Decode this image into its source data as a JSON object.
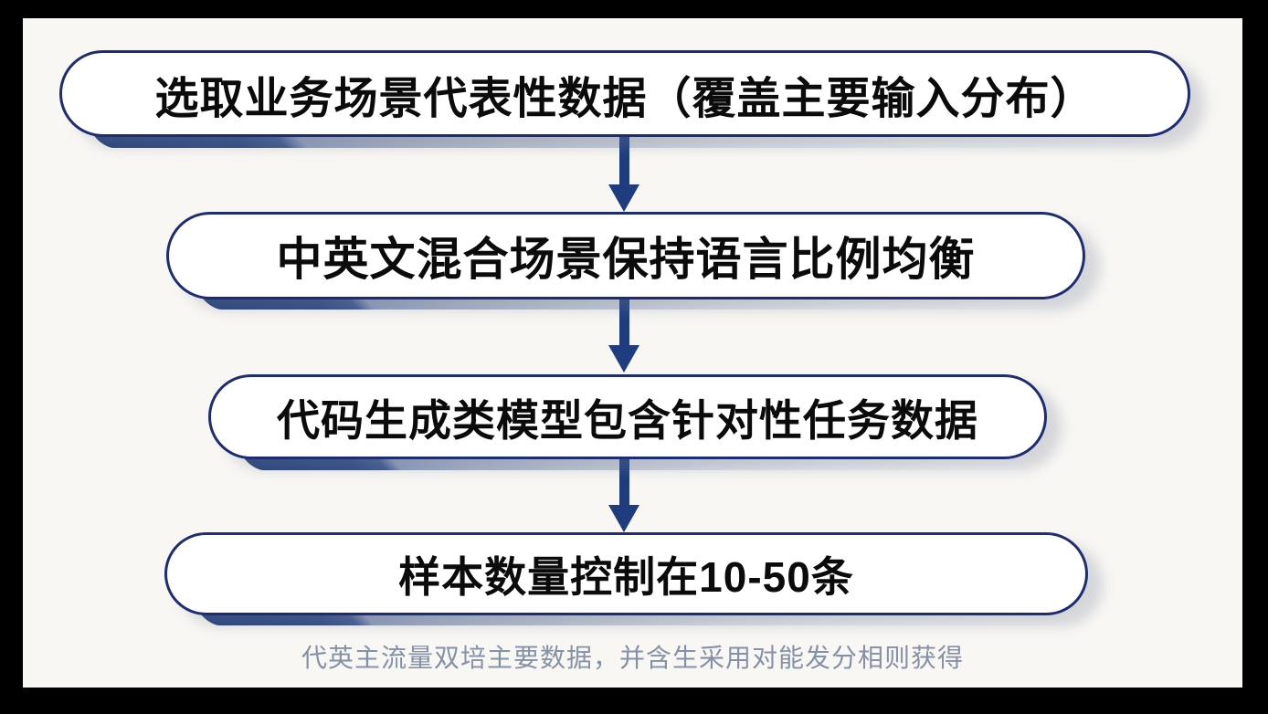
{
  "flowchart": {
    "steps": [
      {
        "label": "选取业务场景代表性数据（覆盖主要输入分布）"
      },
      {
        "label": "中英文混合场景保持语言比例均衡"
      },
      {
        "label": "代码生成类模型包含针对性任务数据"
      },
      {
        "label": "样本数量控制在10-50条"
      }
    ],
    "footer_note": "代英主流量双培主要数据，并含生采用对能发分相则获得",
    "colors": {
      "box_border_navy": "#1e2c72",
      "arrow_navy": "#1f3c7e",
      "ribbon_dark_navy": "#223e7b",
      "ribbon_light_gray": "#e9ecf0",
      "canvas_background": "#f8f7f4",
      "frame_black": "#000000",
      "footer_text": "#8591a6",
      "box_text": "#0b0b0c"
    }
  }
}
